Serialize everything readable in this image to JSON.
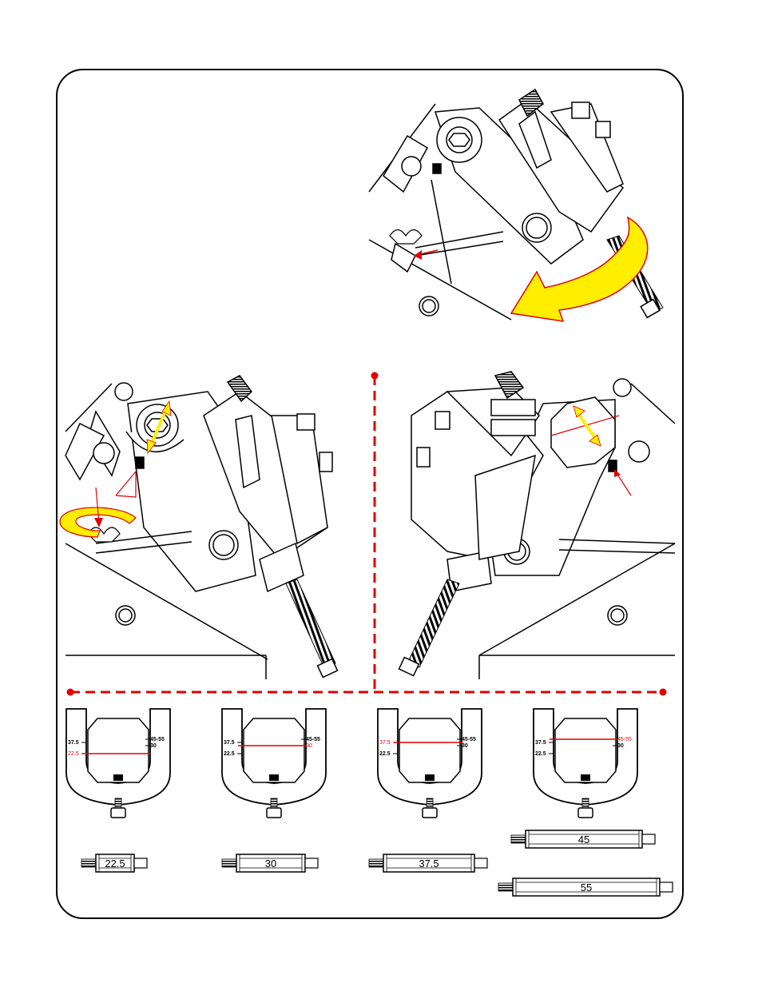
{
  "brackets": [
    {
      "left_scale": [
        "37.5",
        "22.5"
      ],
      "right_scale": [
        "45-55",
        "30"
      ],
      "active": "22.5",
      "active_side": "left"
    },
    {
      "left_scale": [
        "37.5",
        "22.5"
      ],
      "right_scale": [
        "45-55",
        "30"
      ],
      "active": "30",
      "active_side": "right"
    },
    {
      "left_scale": [
        "37.5",
        "22.5"
      ],
      "right_scale": [
        "45-55",
        "30"
      ],
      "active": "37.5",
      "active_side": "left"
    },
    {
      "left_scale": [
        "37.5",
        "22.5"
      ],
      "right_scale": [
        "45-55",
        "30"
      ],
      "active": "45-55",
      "active_side": "right"
    }
  ],
  "spacer_rods": [
    "22.5",
    "30",
    "37.5",
    "45",
    "55"
  ],
  "colors": {
    "accent_red": "#e00000",
    "arrow_yellow": "#ffee00",
    "arrow_outline": "#e00000",
    "line": "#000000"
  }
}
